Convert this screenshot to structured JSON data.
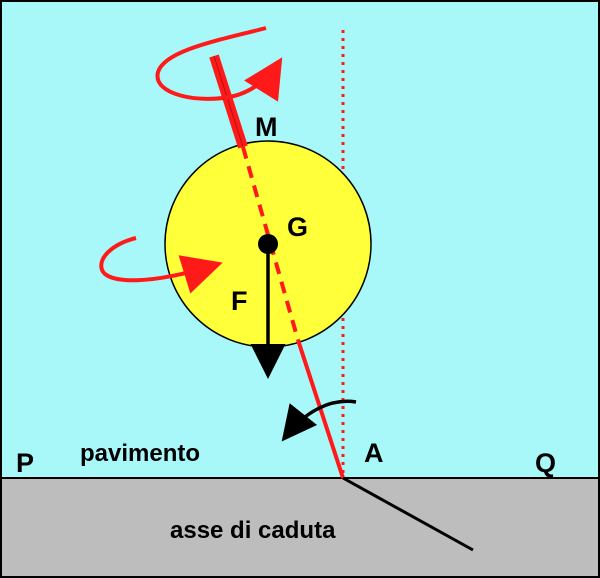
{
  "labels": {
    "m": "M",
    "g": "G",
    "f": "F",
    "a": "A",
    "p": "P",
    "q": "Q",
    "floor": "pavimento",
    "axis": "asse di caduta"
  },
  "colors": {
    "sky": "#a8f8fa",
    "ground": "#bdbdbd",
    "disc": "#ffff3a",
    "axis_red": "#ff1a1a",
    "black": "#000000"
  }
}
